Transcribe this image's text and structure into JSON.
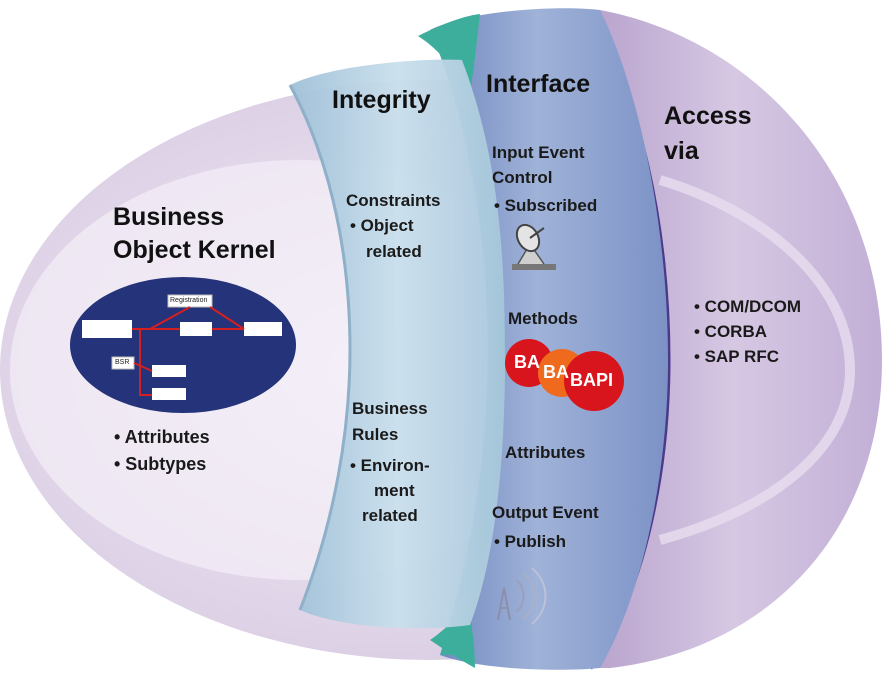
{
  "kernel": {
    "title_line1": "Business",
    "title_line2": "Object Kernel",
    "diagram_labels": [
      "Registration",
      "BSR"
    ],
    "bullets": [
      "• Attributes",
      "• Subtypes"
    ]
  },
  "integrity": {
    "title": "Integrity",
    "constraints": [
      "Constraints",
      "• Object",
      "related"
    ],
    "business_rules": [
      "Business",
      "Rules",
      "• Environ-",
      "ment",
      "related"
    ]
  },
  "interface": {
    "title": "Interface",
    "input_event": [
      "Input Event",
      "Control",
      "• Subscribed"
    ],
    "methods": "Methods",
    "bapi": [
      "BA",
      "BA",
      "BAPI"
    ],
    "attributes": "Attributes",
    "output_event": [
      "Output Event",
      "• Publish"
    ]
  },
  "access": {
    "title_line1": "Access",
    "title_line2": "via",
    "items": [
      "• COM/DCOM",
      "• CORBA",
      "• SAP RFC"
    ]
  },
  "colors": {
    "outer_lavender": "#d9cce2",
    "inner_lavender": "#ece4f1",
    "integrity_band": "#b9d3e4",
    "interface_band": "#8aa1cc",
    "teal_rim": "#3dae9c",
    "access_shell": "#c6b4d6",
    "access_edge": "#4b3a8a",
    "kernel_oval": "#24337a",
    "bapi_red": "#d8141c",
    "bapi_orange": "#ef6a1c"
  }
}
